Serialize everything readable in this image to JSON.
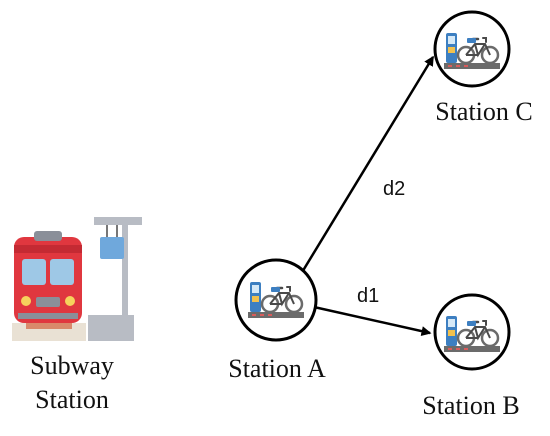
{
  "subway": {
    "label_line1": "Subway",
    "label_line2": "Station"
  },
  "stations": {
    "a": {
      "label": "Station A"
    },
    "b": {
      "label": "Station B"
    },
    "c": {
      "label": "Station C"
    }
  },
  "edges": {
    "a_to_b": {
      "label": "d1"
    },
    "a_to_c": {
      "label": "d2"
    }
  },
  "colors": {
    "line": "#000000",
    "train_red": "#e0373f",
    "train_window": "#9ec8e6",
    "bike_blue": "#3d7fc1",
    "bike_frame": "#6b6b6b"
  },
  "icons": {
    "subway": "train-platform-icon",
    "station": "bike-share-dock-icon"
  }
}
